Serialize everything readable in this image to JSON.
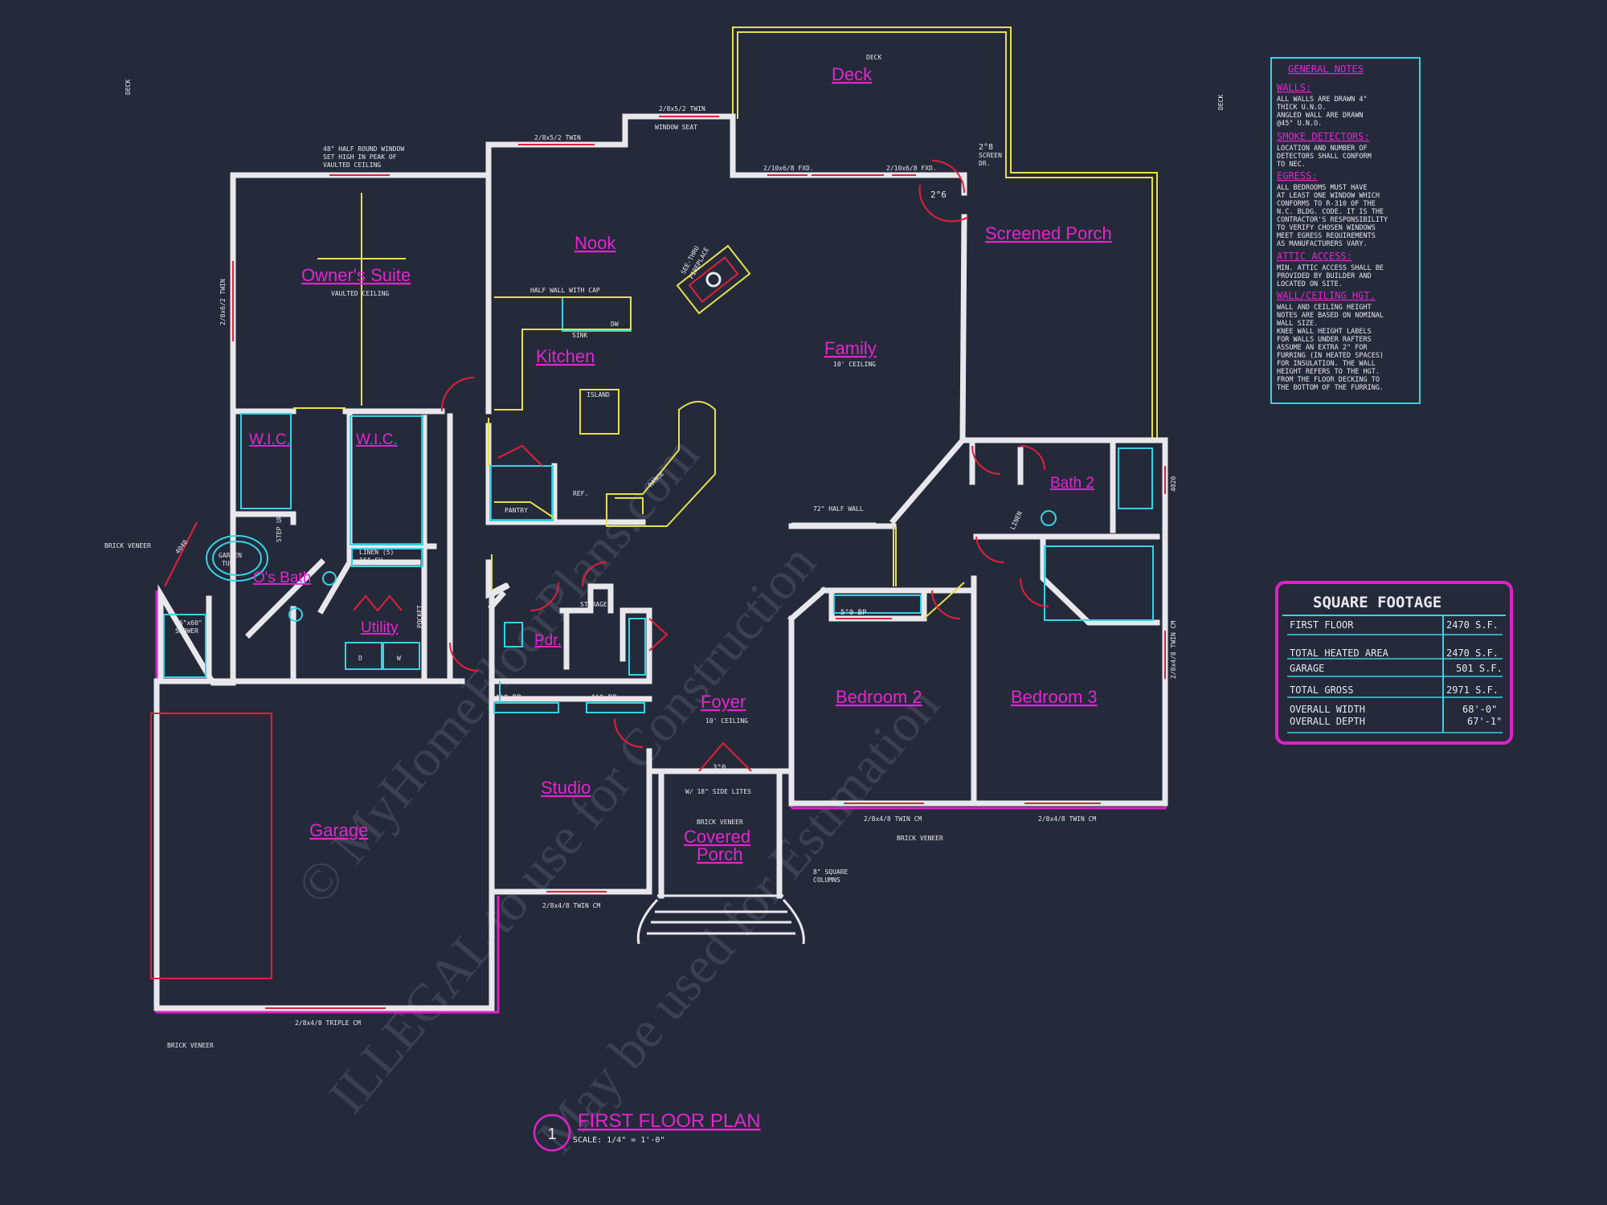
{
  "colors": {
    "background": "#252a3b",
    "walls": "#e8e8ec",
    "room_labels": "#e326cf",
    "fixtures": "#35d3e6",
    "windows": "#e0203a",
    "decks": "#e6e04a"
  },
  "watermark": {
    "line1": "© MyHomeFloorPlans.com",
    "line2": "ILLEGAL to use for Construction",
    "line3": "May be used for Estimation"
  },
  "rooms": {
    "deck": "Deck",
    "nook": "Nook",
    "owners_suite": "Owner's Suite",
    "screened_porch": "Screened Porch",
    "kitchen": "Kitchen",
    "family": "Family",
    "wic1": "W.I.C.",
    "wic2": "W.I.C.",
    "bath2": "Bath 2",
    "os_bath": "O's Bath",
    "utility": "Utility",
    "pdr": "Pdr.",
    "foyer": "Foyer",
    "bedroom2": "Bedroom 2",
    "bedroom3": "Bedroom 3",
    "studio": "Studio",
    "garage": "Garage",
    "covered_porch_1": "Covered",
    "covered_porch_2": "Porch"
  },
  "notes": {
    "deck_left": "DECK",
    "deck_top": "DECK",
    "deck_right": "DECK",
    "half_round": "48\" HALF ROUND WINDOW",
    "half_round2": "SET HIGH IN PEAK OF",
    "half_round3": "VAULTED CEILING",
    "vaulted": "VAULTED CEILING",
    "win_os_side": "2/8x6/2 TWIN",
    "win_nook1": "2/8x5/2 TWIN",
    "win_nook2": "2/8x5/2 TWIN",
    "window_seat": "WINDOW SEAT",
    "fxd1": "2/10x6/8 FXD.",
    "fxd2": "2/10x6/8 FXD.",
    "screen_dr1": "2°8",
    "screen_dr2": "SCREEN",
    "screen_dr3": "DR.",
    "door_26a": "2°6",
    "half_wall_cap": "HALF WALL WITH CAP",
    "sink": "SINK",
    "dw": "DW",
    "fireplace1": "SEE-THRU",
    "fireplace2": "FIREPLACE",
    "ceiling_10": "10' CEILING",
    "island": "ISLAND",
    "pantry": "PANTRY",
    "ref": "REF.",
    "range": "RANGE",
    "half_wall_72": "72\" HALF WALL",
    "brick_veneer1": "BRICK VENEER",
    "brick_veneer2": "BRICK VENEER",
    "brick_veneer3": "BRICK VENEER",
    "brick_veneer4": "BRICK VENEER",
    "garden_tub1": "GARDEN",
    "garden_tub2": "TUB",
    "step_up": "STEP UP",
    "win_4040": "4040",
    "linen": "LINEN (5)",
    "linen2": "16\" SH",
    "shower1": "36\"x60\"",
    "shower2": "SHOWER",
    "storage": "STORAGE",
    "pocket": "POCKET",
    "bp1": "4°0 BP",
    "bp2": "4°0 BP",
    "bp3": "5°0 BP",
    "ceiling_foyer": "10' CEILING",
    "side_lites": "W/ 18\" SIDE LITES",
    "door_36": "3°0",
    "square_columns1": "8\" SQUARE",
    "square_columns2": "COLUMNS",
    "twin_cm_studio": "2/8x4/8 TWIN CM",
    "triple_cm": "2/8x4/8 TRIPLE CM",
    "twin_cm_b2": "2/8x4/8 TWIN CM",
    "twin_cm_b3": "2/8x4/8 TWIN CM",
    "twin_cm_side": "2/8x4/8 TWIN CM",
    "win_4020": "4020",
    "linen_b": "LINEN",
    "washer": "W",
    "dryer": "D"
  },
  "general_notes": {
    "heading": "GENERAL NOTES",
    "walls_h": "WALLS:",
    "walls_1": "ALL WALLS ARE DRAWN 4\"",
    "walls_2": "THICK U.N.O.",
    "walls_3": "ANGLED WALL ARE DRAWN",
    "walls_4": "@45° U.N.O.",
    "smoke_h": "SMOKE DETECTORS:",
    "smoke_1": "LOCATION AND NUMBER OF",
    "smoke_2": "DETECTORS SHALL CONFORM",
    "smoke_3": "TO NEC.",
    "egress_h": "EGRESS:",
    "egress_1": "ALL BEDROOMS MUST HAVE",
    "egress_2": "AT LEAST ONE WINDOW WHICH",
    "egress_3": "CONFORMS TO R-310 OF THE",
    "egress_4": "N.C. BLDG. CODE. IT IS THE",
    "egress_5": "CONTRACTOR'S RESPONSIBILITY",
    "egress_6": "TO VERIFY CHOSEN WINDOWS",
    "egress_7": "MEET EGRESS REQUIREMENTS",
    "egress_8": "AS MANUFACTURERS VARY.",
    "attic_h": "ATTIC ACCESS:",
    "attic_1": "MIN. ATTIC ACCESS SHALL BE",
    "attic_2": "PROVIDED BY BUILDER AND",
    "attic_3": "LOCATED ON SITE.",
    "wall_h": "WALL/CEILING HGT.",
    "wall_1": "WALL AND CEILING HEIGHT",
    "wall_2": "NOTES ARE BASED ON NOMINAL",
    "wall_3": "WALL SIZE.",
    "wall_4": "KNEE WALL HEIGHT LABELS",
    "wall_5": "FOR WALLS UNDER RAFTERS",
    "wall_6": "ASSUME AN EXTRA 2\" FOR",
    "wall_7": "FURRING (IN HEATED SPACES)",
    "wall_8": "FOR INSULATION. THE WALL",
    "wall_9": "HEIGHT REFERS TO THE HGT.",
    "wall_10": "FROM THE FLOOR DECKING TO",
    "wall_11": "THE BOTTOM OF THE FURRING."
  },
  "square_footage": {
    "heading": "SQUARE FOOTAGE",
    "rows": [
      {
        "label": "FIRST FLOOR",
        "value": "2470 S.F."
      },
      {
        "label": "TOTAL HEATED AREA",
        "value": "2470 S.F."
      },
      {
        "label": "GARAGE",
        "value": "501 S.F."
      },
      {
        "label": "TOTAL GROSS",
        "value": "2971 S.F."
      },
      {
        "label": "OVERALL WIDTH",
        "value": "68'-0\""
      },
      {
        "label": "OVERALL DEPTH",
        "value": "67'-1\""
      }
    ]
  },
  "plan_title": {
    "number": "1",
    "title": "FIRST FLOOR PLAN",
    "scale": "SCALE: 1/4\" = 1'-0\""
  }
}
